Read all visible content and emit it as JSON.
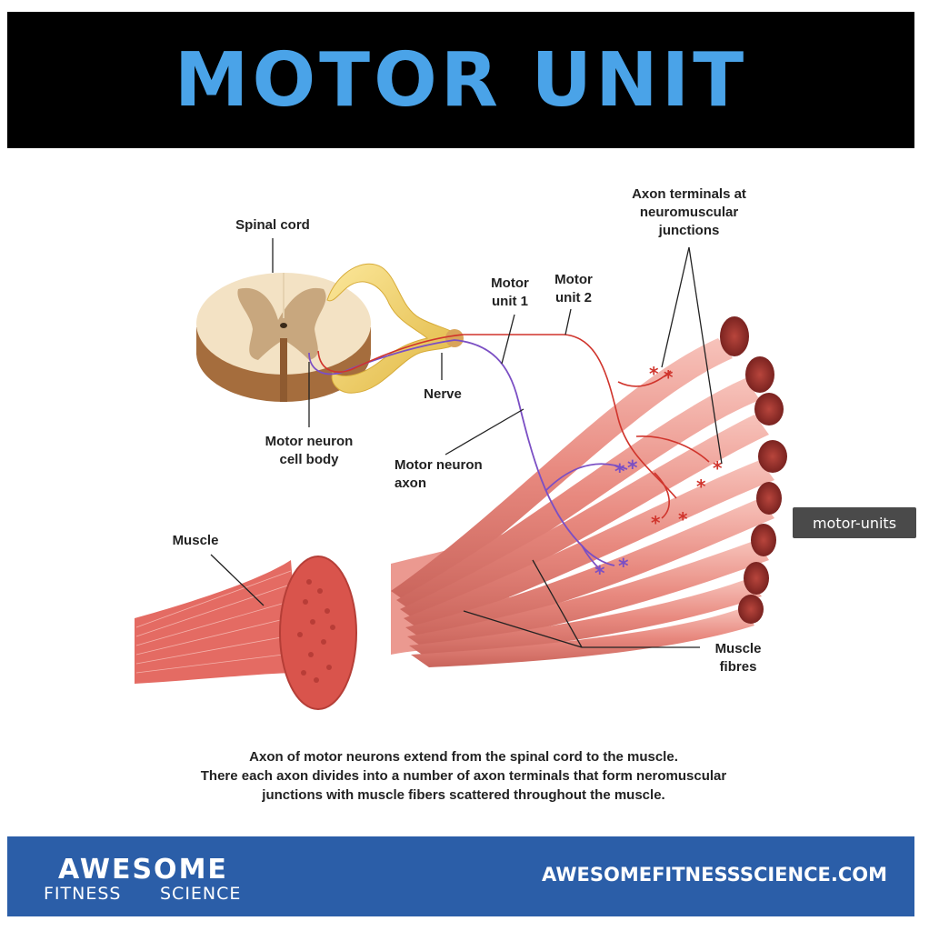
{
  "title": "MOTOR UNIT",
  "labels": {
    "spinal_cord": "Spinal cord",
    "axon_terminals": [
      "Axon terminals at",
      "neuromuscular",
      "junctions"
    ],
    "motor_unit_1": [
      "Motor",
      "unit 1"
    ],
    "motor_unit_2": [
      "Motor",
      "unit 2"
    ],
    "nerve": "Nerve",
    "motor_neuron_cell_body": [
      "Motor neuron",
      "cell body"
    ],
    "motor_neuron_axon": [
      "Motor neuron",
      "axon"
    ],
    "muscle": "Muscle",
    "muscle_fibres": [
      "Muscle",
      "fibres"
    ]
  },
  "tooltip": "motor-units",
  "caption": [
    "Axon of motor neurons extend from the spinal cord to the muscle.",
    "There each axon divides into a number of axon terminals that form neromuscular",
    "junctions with muscle fibers scattered throughout the muscle."
  ],
  "footer": {
    "logo_top": "AWESOME",
    "logo_bottom_left": "FITNESS",
    "logo_bottom_right": "SCIENCE",
    "website": "AWESOMEFITNESSSCIENCE.COM"
  },
  "colors": {
    "title_text": "#4aa3e8",
    "title_bg": "#000000",
    "footer_bg": "#2b5ea8",
    "motor_unit_1": "#7b4fc4",
    "motor_unit_2": "#d0342c",
    "muscle": "#e88a80",
    "nerve": "#f2d36b"
  }
}
